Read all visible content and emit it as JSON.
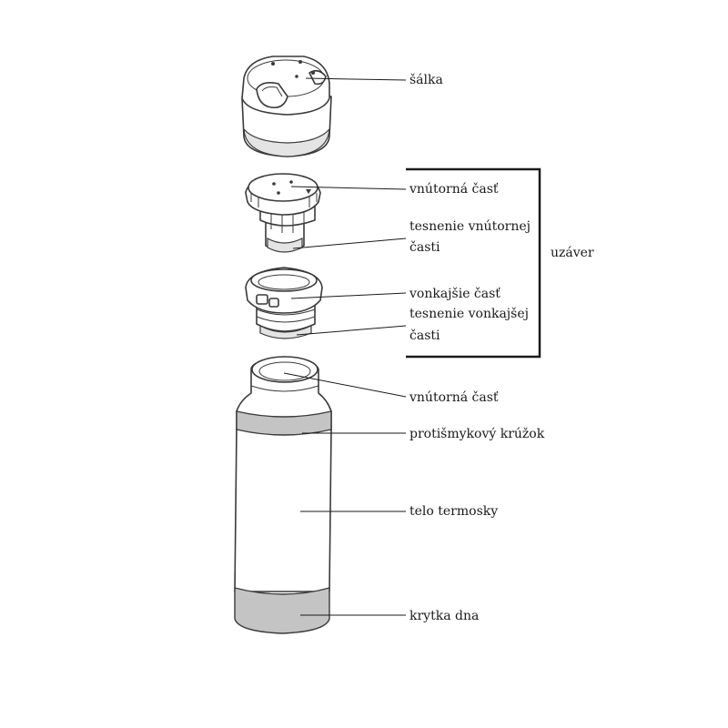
{
  "labels": {
    "cup": "šálka",
    "inner_part": "vnútorná časť",
    "inner_seal_line1": "tesnenie vnútornej",
    "inner_seal_line2": "časti",
    "outer_part": "vonkajšie časť",
    "outer_seal_line1": "tesnenie vonkajšej",
    "outer_seal_line2": "časti",
    "stopper": "uzáver",
    "inner_part_body": "vnútorná časť",
    "antislip_ring": "protišmykový krúžok",
    "body": "telo termosky",
    "bottom_cover": "krytka dna"
  }
}
